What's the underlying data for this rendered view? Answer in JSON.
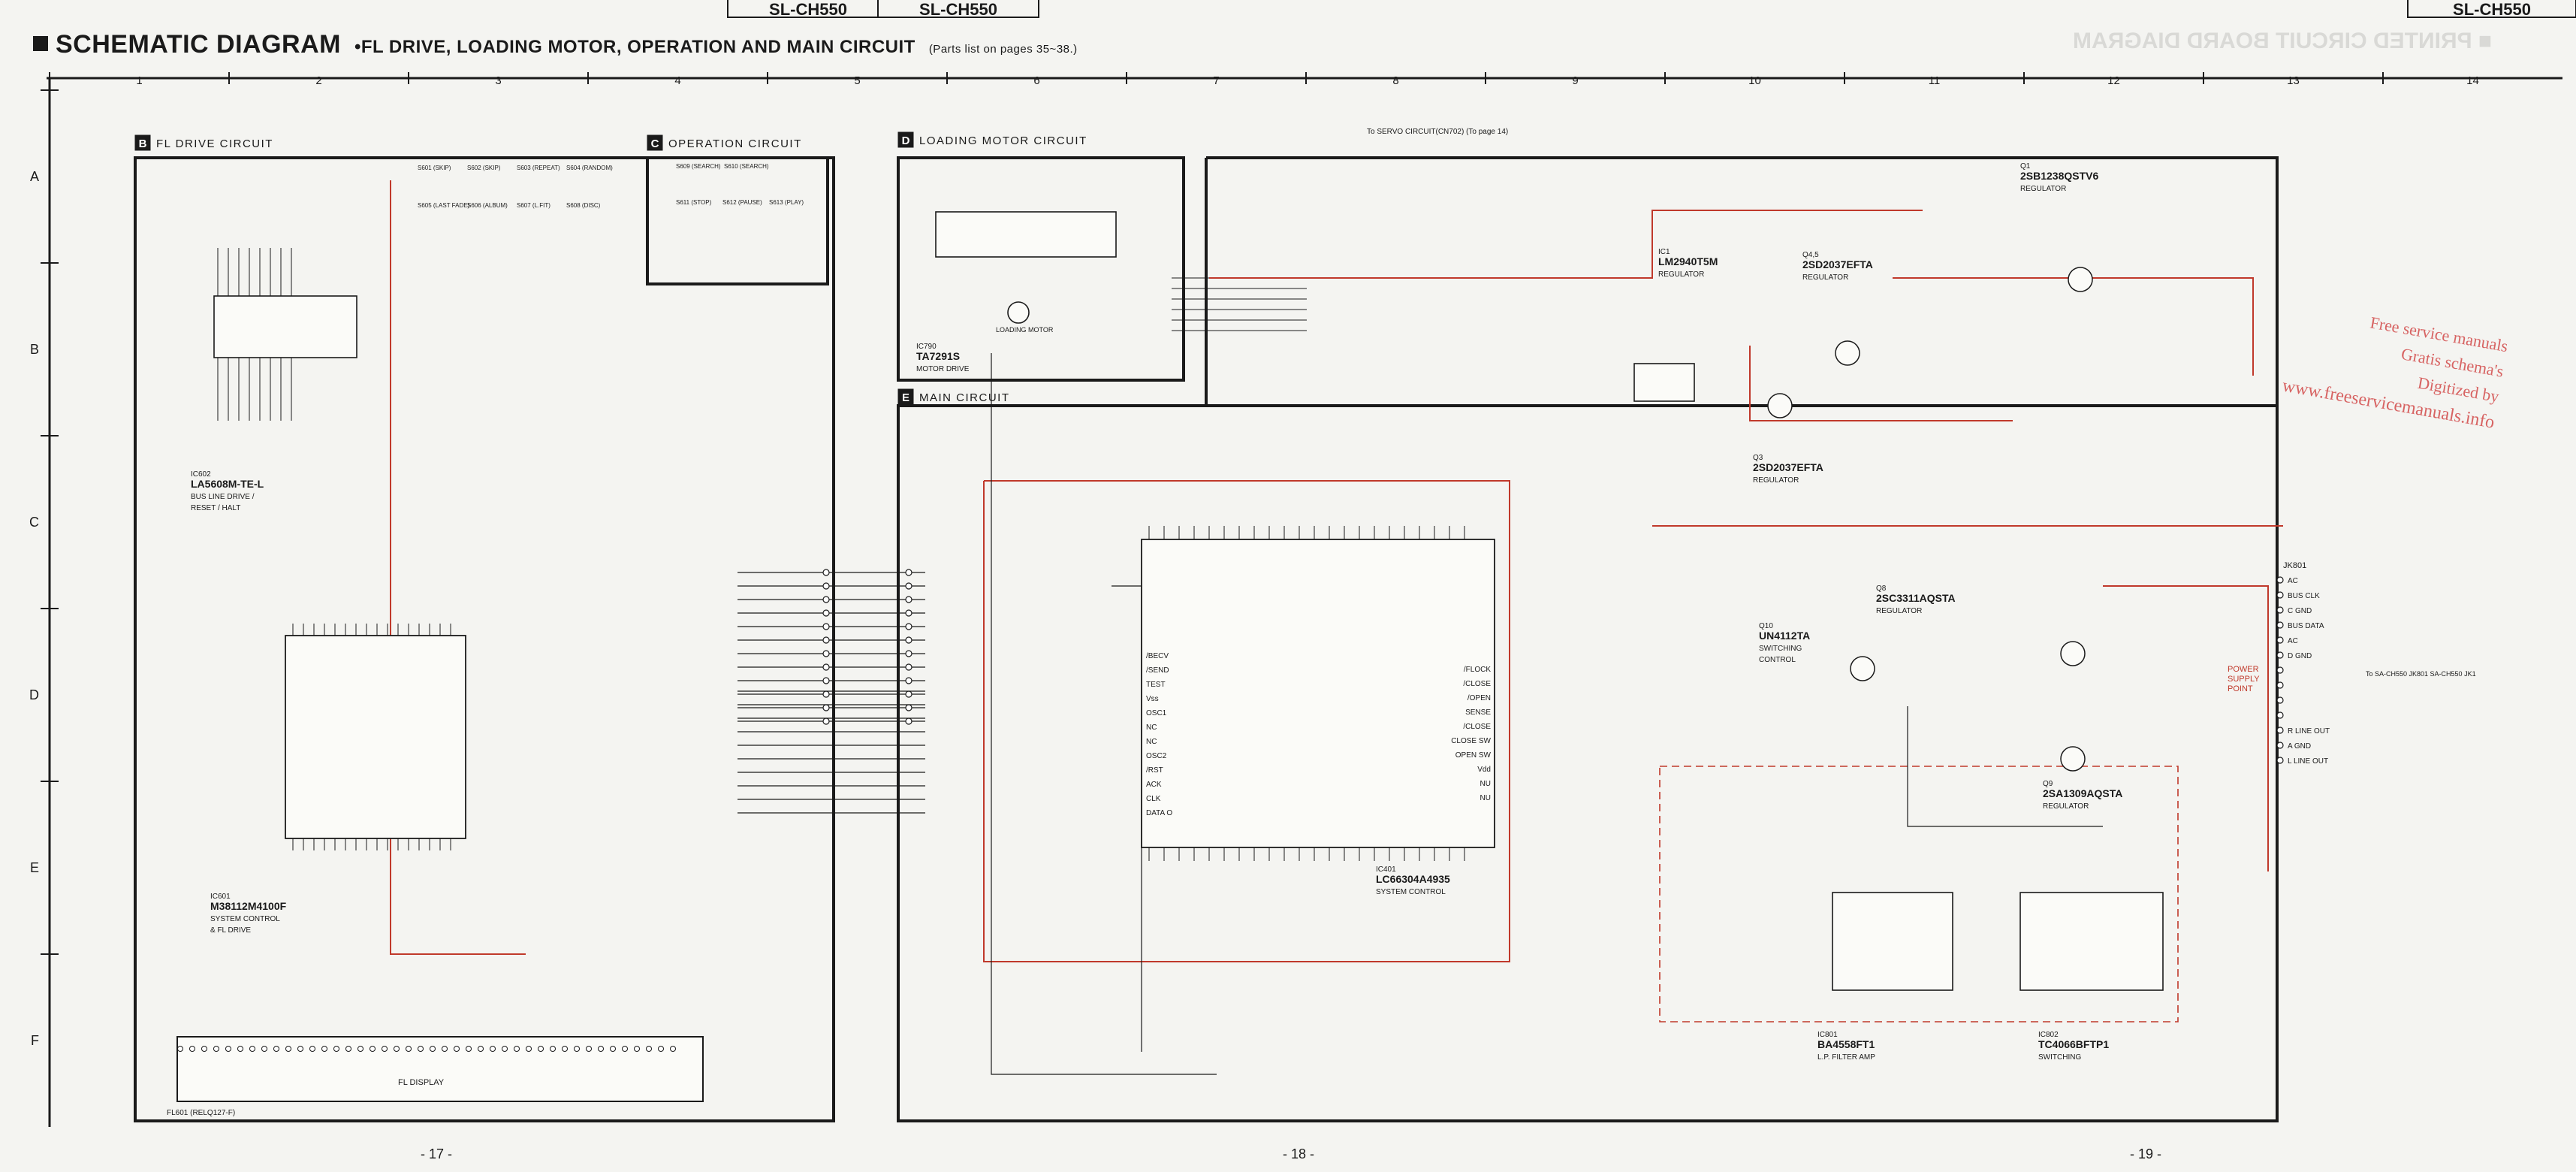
{
  "header": {
    "title": "SCHEMATIC DIAGRAM",
    "subtitle": "•FL DRIVE, LOADING MOTOR, OPERATION AND MAIN CIRCUIT",
    "parts_note": "(Parts list on pages 35~38.)",
    "model_labels": [
      "SL-CH550",
      "SL-CH550",
      "SL-CH550"
    ],
    "mirrored_title": "■ PRINTED CIRCUIT BOARD DIAGRAM"
  },
  "grid": {
    "columns": [
      "1",
      "2",
      "3",
      "4",
      "5",
      "6",
      "7",
      "8",
      "9",
      "10",
      "11",
      "12",
      "13",
      "14"
    ],
    "rows": [
      "A",
      "B",
      "C",
      "D",
      "E",
      "F"
    ]
  },
  "sections": [
    {
      "letter": "B",
      "title": "FL DRIVE CIRCUIT"
    },
    {
      "letter": "C",
      "title": "OPERATION CIRCUIT"
    },
    {
      "letter": "D",
      "title": "LOADING MOTOR CIRCUIT"
    },
    {
      "letter": "E",
      "title": "MAIN CIRCUIT"
    }
  ],
  "components": {
    "ic602": [
      "IC602",
      "LA5608M-TE-L",
      "BUS LINE DRIVE /",
      "RESET / HALT"
    ],
    "ic601": [
      "IC601",
      "M38112M4100F",
      "SYSTEM CONTROL",
      "& FL DRIVE"
    ],
    "ic790": [
      "IC790",
      "TA7291S",
      "MOTOR DRIVE"
    ],
    "ic401": [
      "IC401",
      "LC66304A4935",
      "SYSTEM CONTROL"
    ],
    "ic1": [
      "IC1",
      "LM2940T5M",
      "REGULATOR"
    ],
    "q45": [
      "Q4,5",
      "2SD2037EFTA",
      "REGULATOR"
    ],
    "q3": [
      "Q3",
      "2SD2037EFTA",
      "REGULATOR"
    ],
    "q1": [
      "Q1",
      "2SB1238QSTV6",
      "REGULATOR"
    ],
    "q8": [
      "Q8",
      "2SC3311AQSTA",
      "REGULATOR"
    ],
    "q10": [
      "Q10",
      "UN4112TA",
      "SWITCHING",
      "CONTROL"
    ],
    "q9": [
      "Q9",
      "2SA1309AQSTA",
      "REGULATOR"
    ],
    "ic801": [
      "IC801",
      "BA4558FT1",
      "L.P. FILTER AMP"
    ],
    "ic802": [
      "IC802",
      "TC4066BFTP1",
      "SWITCHING"
    ],
    "fl_display": "FL DISPLAY",
    "fl601": "FL601 (RELQ127-F)",
    "loading_motor": "LOADING MOTOR",
    "power_supply": [
      "POWER",
      "SUPPLY",
      "POINT"
    ],
    "servo": "To SERVO CIRCUIT(CN702) (To page 14)"
  },
  "switches": [
    "S601 (SKIP)",
    "S602 (SKIP)",
    "S603 (REPEAT)",
    "S604 (RANDOM)",
    "S605 (LAST FADE)",
    "S606 (ALBUM)",
    "S607 (L.FIT)",
    "S608 (DISC)",
    "S609 (SEARCH)",
    "S610 (SEARCH)",
    "S611 (STOP)",
    "S612 (PAUSE)",
    "S613 (PLAY)"
  ],
  "signals": {
    "ic401_left": [
      "/BECV",
      "/SEND",
      "TEST",
      "Vss",
      "OSC1",
      "NC",
      "NC",
      "OSC2",
      "/RST",
      "ACK",
      "CLK",
      "DATA O"
    ],
    "ic401_right": [
      "/FLOCK",
      "/CLOSE",
      "/OPEN",
      "SENSE",
      "/CLOSE",
      "CLOSE SW",
      "OPEN SW",
      "Vdd",
      "NU",
      "NU"
    ],
    "connector_outputs": [
      "AC",
      "BUS CLK",
      "C GND",
      "BUS DATA",
      "AC",
      "D GND",
      "",
      "",
      "",
      "",
      "R LINE OUT",
      "A GND",
      "L LINE OUT"
    ],
    "jk801": "JK801",
    "to_main": "To SA-CH550 JK801 SA-CH550 JK1"
  },
  "page_numbers": [
    "- 17 -",
    "- 18 -",
    "- 19 -"
  ],
  "watermark": [
    "Free service manuals",
    "Gratis schema's",
    "Digitized by",
    "www.freeservicemanuals.info"
  ]
}
